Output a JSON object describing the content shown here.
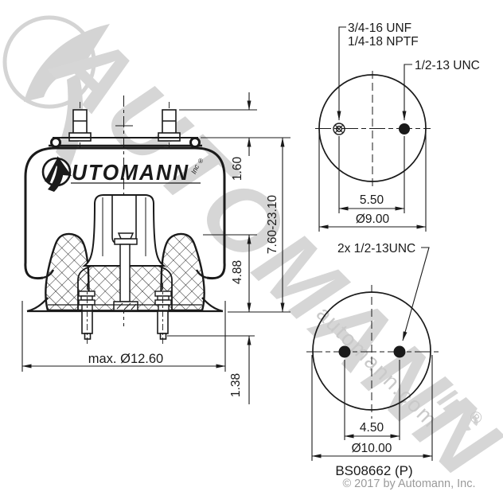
{
  "colors": {
    "line": "#1a1a1a",
    "watermark": "#d6d6d6",
    "copyright": "#9a9a9a"
  },
  "watermark": {
    "brand": "AUTOMANN",
    "domain": "automann.com",
    "suffix": "Inc",
    "registered": "®"
  },
  "logo": {
    "text": "UTOMANN",
    "suffix": "Inc",
    "registered": "®"
  },
  "side_view": {
    "dimensions": {
      "stud_height": "1.60",
      "overall_height": "7.60-23.10",
      "lower_section_height": "4.88",
      "stud_length": "1.38",
      "max_diameter": "max. Ø12.60"
    }
  },
  "top_view": {
    "labels": {
      "port_thread_1": "3/4-16 UNF",
      "port_thread_2": "1/4-18 NPTF",
      "stud_thread": "1/2-13 UNC"
    },
    "dimensions": {
      "stud_spacing": "5.50",
      "plate_diameter": "Ø9.00"
    }
  },
  "bottom_view": {
    "labels": {
      "stud_thread": "2x 1/2-13UNC"
    },
    "dimensions": {
      "stud_spacing": "4.50",
      "plate_diameter": "Ø10.00"
    }
  },
  "footer": {
    "part_number": "BS08662 (P)",
    "copyright": "© 2017 by Automann, Inc."
  }
}
